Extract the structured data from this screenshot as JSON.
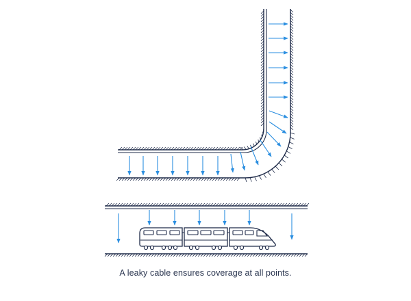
{
  "caption": "A leaky cable ensures coverage at all points.",
  "colors": {
    "line": "#1f2b49",
    "arrow": "#2a8ee0",
    "background": "#ffffff"
  },
  "elements": {
    "upper_tunnel": "L-shaped tunnel with leaky cable along the inner wall",
    "lower_tunnel": "straight tunnel with cable on the ceiling",
    "train": "three-car high-speed train"
  }
}
